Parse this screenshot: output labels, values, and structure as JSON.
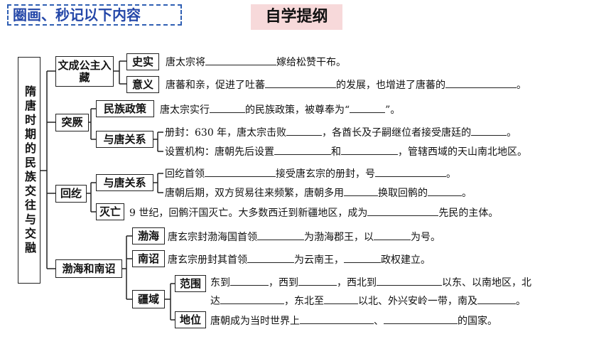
{
  "banner": "圈画、秒记以下内容",
  "title": "自学提纲",
  "main": "隋唐时期的民族交往与交融",
  "sections": {
    "wencheng": "文成公主入藏",
    "tujue": "突厥",
    "huihe": "回纥",
    "bohai_nanzhao": "渤海和南诏"
  },
  "labels": {
    "shishi": "史实",
    "yiyi": "意义",
    "minzu": "民族政策",
    "yutang1": "与唐关系",
    "yutang2": "与唐关系",
    "miewang": "灭亡",
    "bohai": "渤海",
    "nanzhao": "南诏",
    "jiangyu": "疆域",
    "fanwei": "范围",
    "diwei": "地位"
  },
  "lines": {
    "l1a": "唐太宗将",
    "l1b": "嫁给松赞干布。",
    "l2a": "唐蕃和亲，促进了吐蕃",
    "l2b": "的发展，也增进了唐蕃的",
    "l2c": "。",
    "l3a": "唐太宗实行",
    "l3b": "的民族政策，被尊奉为“",
    "l3c": "”。",
    "l4a": "册封：630 年，唐太宗击败",
    "l4b": "，各酋长及子嗣继位者接受唐廷的",
    "l4c": "。",
    "l5a": "设置机构：唐朝先后设置",
    "l5b": "和",
    "l5c": "，管辖西域的天山南北地区。",
    "l6a": "回纥首领",
    "l6b": "接受唐玄宗的册封，号",
    "l6c": "。",
    "l7a": "唐朝后期，双方贸易往来频繁，唐朝多用",
    "l7b": "换取回鹘的",
    "l7c": "。",
    "l8a": "9 世纪，回鹘汗国灭亡。大多数西迁到新疆地区，成为",
    "l8b": "先民的主体。",
    "l9a": "唐玄宗封渤海国首领",
    "l9b": "为渤海郡王，以",
    "l9c": "为号。",
    "l10a": "唐玄宗册封其首领",
    "l10b": "为云南王，",
    "l10c": "政权建立。",
    "l11a": "东到",
    "l11b": "，西到",
    "l11c": "，西北到",
    "l11d": "以东、以南地区，北",
    "l12a": "达",
    "l12b": "，东北至",
    "l12c": "以北、外兴安岭一带，南及",
    "l12d": "。",
    "l13a": "唐朝成为当时世界上",
    "l13b": "、",
    "l13c": "的国家。"
  }
}
